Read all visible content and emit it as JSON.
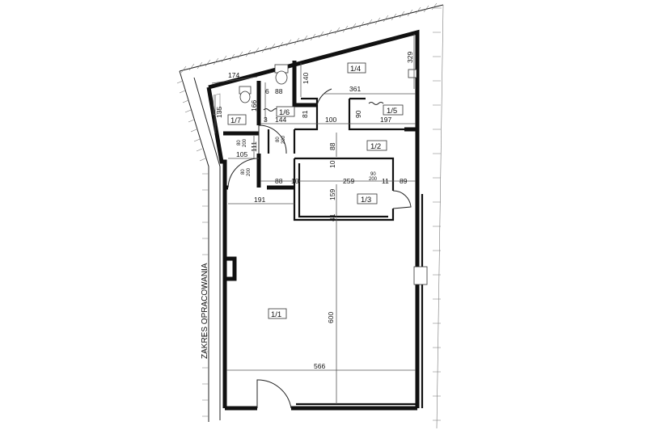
{
  "rooms": {
    "r11": "1/1",
    "r12": "1/2",
    "r13": "1/3",
    "r14": "1/4",
    "r15": "1/5",
    "r16": "1/6",
    "r17": "1/7"
  },
  "dimensions": {
    "d174": "174",
    "d135": "135",
    "d166": "166",
    "d88a": "88",
    "d140": "140",
    "d361": "361",
    "d329": "329",
    "d144": "144",
    "d81": "81",
    "d100": "100",
    "d90": "90",
    "d197": "197",
    "d111": "111",
    "d105": "105",
    "d88b": "88",
    "d10a": "10",
    "d88c": "88",
    "d10b": "10",
    "d259": "259",
    "d11": "11",
    "d89": "89",
    "d191": "191",
    "d159": "159",
    "d41": "41",
    "d600": "600",
    "d566": "566",
    "d6": "6",
    "d3": "3"
  },
  "doors": {
    "door_a_w": "80",
    "door_a_h": "200",
    "door_b_w": "80",
    "door_b_h": "200",
    "door_c_w": "80",
    "door_c_h": "200",
    "door_d_w": "90",
    "door_d_h": "200"
  },
  "annotation": {
    "scope": "ZAKRES OPRACOWANIA"
  }
}
